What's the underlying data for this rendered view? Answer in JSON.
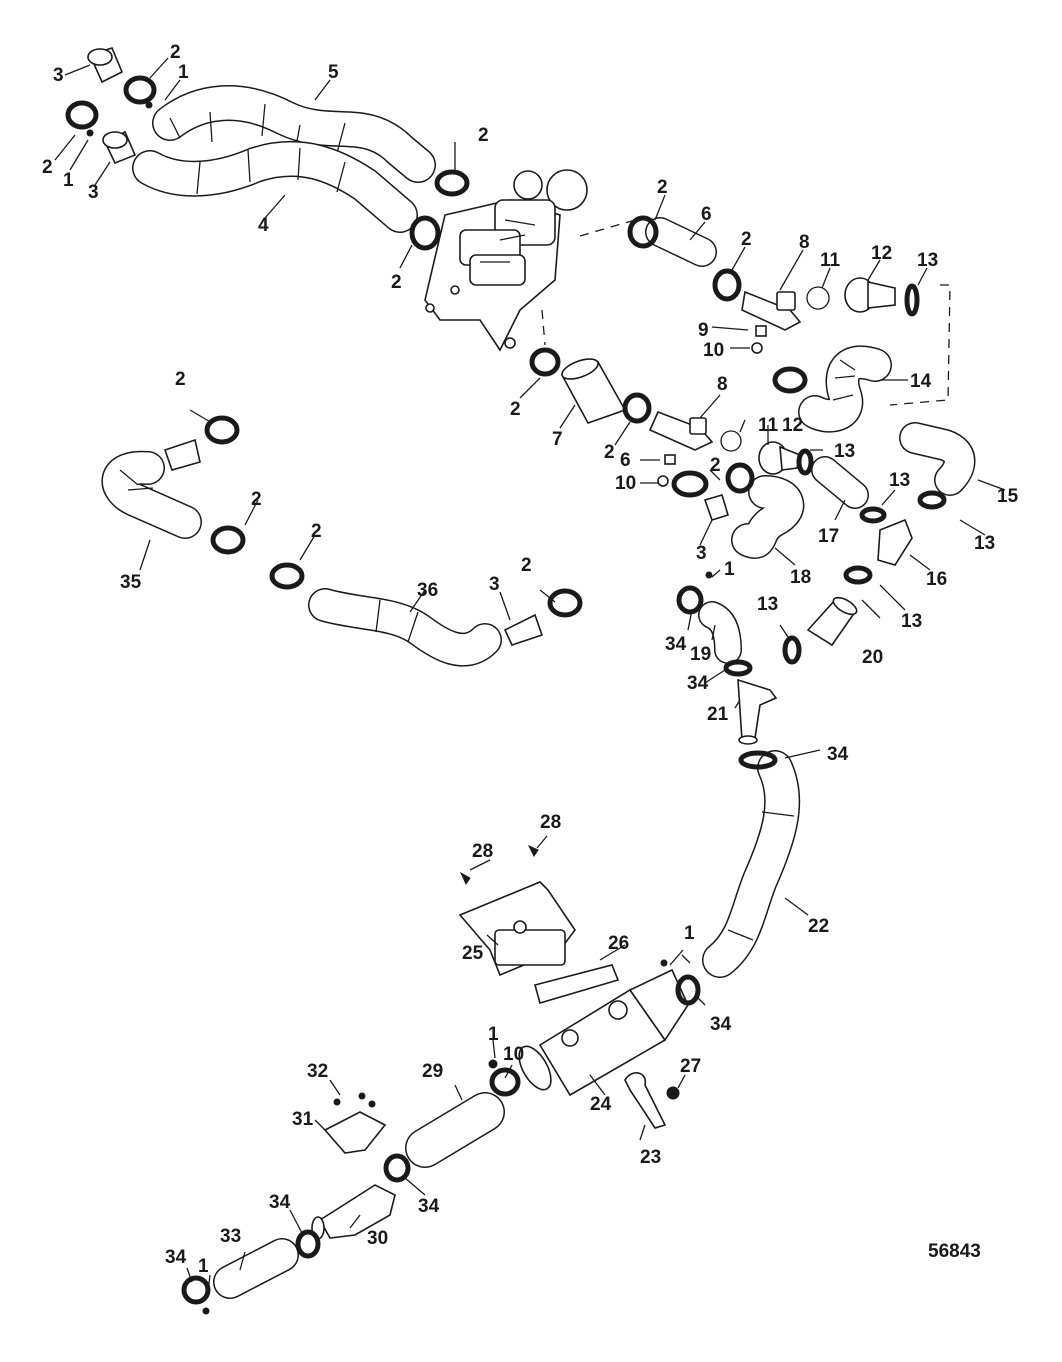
{
  "diagram": {
    "reference_number": "56843",
    "callouts": [
      {
        "id": "c1",
        "text": "3"
      },
      {
        "id": "c2",
        "text": "2"
      },
      {
        "id": "c3",
        "text": "1"
      },
      {
        "id": "c4",
        "text": "5"
      },
      {
        "id": "c5",
        "text": "2"
      },
      {
        "id": "c6",
        "text": "1"
      },
      {
        "id": "c7",
        "text": "3"
      },
      {
        "id": "c8",
        "text": "4"
      },
      {
        "id": "c9",
        "text": "2"
      },
      {
        "id": "c10",
        "text": "2"
      },
      {
        "id": "c11",
        "text": "2"
      },
      {
        "id": "c12",
        "text": "6"
      },
      {
        "id": "c13",
        "text": "2"
      },
      {
        "id": "c14",
        "text": "8"
      },
      {
        "id": "c15",
        "text": "11"
      },
      {
        "id": "c16",
        "text": "12"
      },
      {
        "id": "c17",
        "text": "13"
      },
      {
        "id": "c18",
        "text": "9"
      },
      {
        "id": "c19",
        "text": "10"
      },
      {
        "id": "c20",
        "text": "14"
      },
      {
        "id": "c21",
        "text": "2"
      },
      {
        "id": "c22",
        "text": "8"
      },
      {
        "id": "c23",
        "text": "7"
      },
      {
        "id": "c24",
        "text": "2"
      },
      {
        "id": "c25",
        "text": "11"
      },
      {
        "id": "c26",
        "text": "12"
      },
      {
        "id": "c27",
        "text": "6"
      },
      {
        "id": "c28",
        "text": "2"
      },
      {
        "id": "c29",
        "text": "13"
      },
      {
        "id": "c30",
        "text": "10"
      },
      {
        "id": "c31",
        "text": "15"
      },
      {
        "id": "c32",
        "text": "13"
      },
      {
        "id": "c33",
        "text": "17"
      },
      {
        "id": "c34",
        "text": "13"
      },
      {
        "id": "c35",
        "text": "3"
      },
      {
        "id": "c36",
        "text": "16"
      },
      {
        "id": "c37",
        "text": "18"
      },
      {
        "id": "c38",
        "text": "1"
      },
      {
        "id": "c39",
        "text": "13"
      },
      {
        "id": "c40",
        "text": "2"
      },
      {
        "id": "c41",
        "text": "2"
      },
      {
        "id": "c42",
        "text": "35"
      },
      {
        "id": "c43",
        "text": "2"
      },
      {
        "id": "c44",
        "text": "36"
      },
      {
        "id": "c45",
        "text": "3"
      },
      {
        "id": "c46",
        "text": "2"
      },
      {
        "id": "c47",
        "text": "34"
      },
      {
        "id": "c48",
        "text": "19"
      },
      {
        "id": "c49",
        "text": "13"
      },
      {
        "id": "c50",
        "text": "20"
      },
      {
        "id": "c51",
        "text": "34"
      },
      {
        "id": "c52",
        "text": "21"
      },
      {
        "id": "c53",
        "text": "34"
      },
      {
        "id": "c54",
        "text": "28"
      },
      {
        "id": "c55",
        "text": "28"
      },
      {
        "id": "c56",
        "text": "22"
      },
      {
        "id": "c57",
        "text": "25"
      },
      {
        "id": "c58",
        "text": "26"
      },
      {
        "id": "c59",
        "text": "1"
      },
      {
        "id": "c60",
        "text": "34"
      },
      {
        "id": "c61",
        "text": "1"
      },
      {
        "id": "c62",
        "text": "10"
      },
      {
        "id": "c63",
        "text": "29"
      },
      {
        "id": "c64",
        "text": "27"
      },
      {
        "id": "c65",
        "text": "32"
      },
      {
        "id": "c66",
        "text": "24"
      },
      {
        "id": "c67",
        "text": "31"
      },
      {
        "id": "c68",
        "text": "23"
      },
      {
        "id": "c69",
        "text": "34"
      },
      {
        "id": "c70",
        "text": "34"
      },
      {
        "id": "c71",
        "text": "30"
      },
      {
        "id": "c72",
        "text": "33"
      },
      {
        "id": "c73",
        "text": "34"
      },
      {
        "id": "c74",
        "text": "1"
      }
    ]
  }
}
